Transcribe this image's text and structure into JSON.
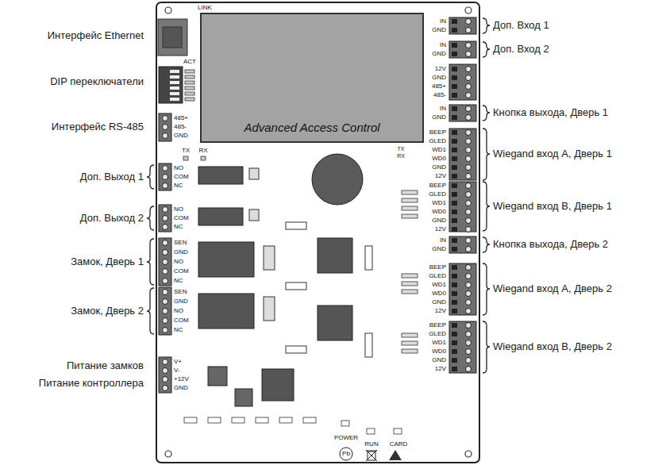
{
  "diagram": {
    "nodes": [
      {
        "text": [
          "Advanced Access Control"
        ]
      }
    ],
    "labels": [
      "Интерфейс Ethernet",
      "DIP переключатели",
      "Интерфейс RS-485",
      "Доп. Выход 1",
      "Доп. Выход 2",
      "Замок, Дверь 1",
      "Замок, Дверь 2",
      "Питание замков",
      "Питание контроллера",
      "Доп. Вход 1",
      "Доп. Вход 2",
      "Кнопка выхода, Дверь 1",
      "Wiegand вход A, Дверь 1",
      "Wiegand вход B, Дверь 1",
      "Кнопка выхода, Дверь 2",
      "Wiegand вход A, Дверь 2",
      "Wiegand вход B, Дверь 2",
      "LINK",
      "ACT",
      "485+",
      "485-",
      "GND",
      "TX",
      "RX",
      "NO",
      "COM",
      "NC",
      "NO",
      "COM",
      "NC",
      "SEN",
      "GND",
      "NO",
      "COM",
      "NC",
      "SEN",
      "GND",
      "NO",
      "COM",
      "NC",
      "V+",
      "V-",
      "+12V",
      "GND",
      "IN",
      "GND",
      "IN",
      "GND",
      "12V",
      "GND",
      "485+",
      "485-",
      "IN",
      "GND",
      "BEEP",
      "GLED",
      "WD1",
      "WD0",
      "GND",
      "12V",
      "BEEP",
      "GLED",
      "WD1",
      "WD0",
      "GND",
      "12V",
      "IN",
      "GND",
      "BEEP",
      "GLED",
      "WD1",
      "WD0",
      "GND",
      "12V",
      "BEEP",
      "GLED",
      "WD1",
      "WD0",
      "GND",
      "12V",
      "TX",
      "RX",
      "POWER",
      "RUN",
      "CARD",
      "Pb"
    ]
  }
}
